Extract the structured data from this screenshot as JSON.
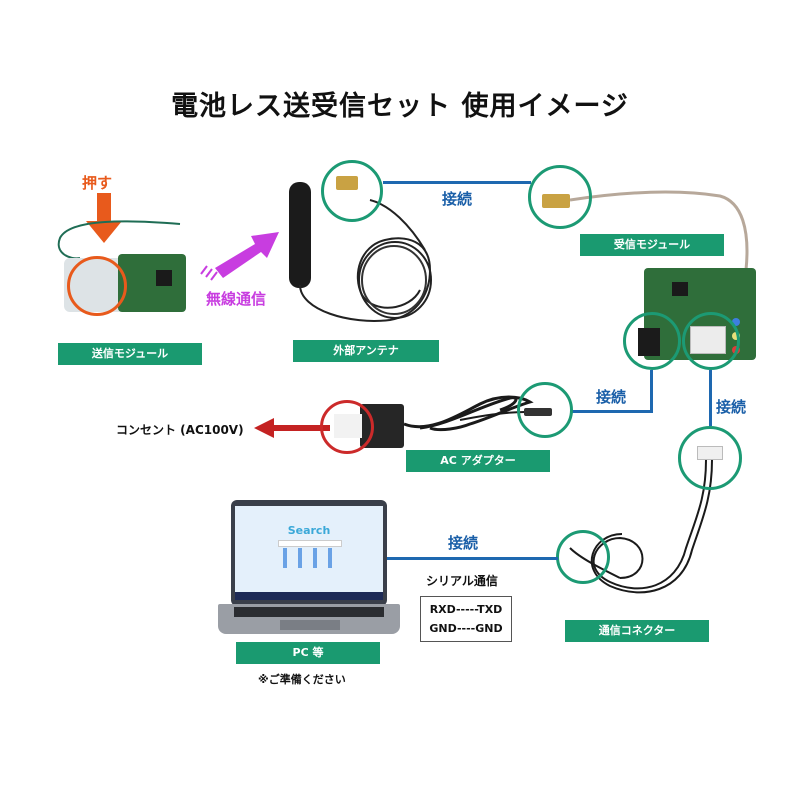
{
  "title": "電池レス送受信セット 使用イメージ",
  "colors": {
    "label_bg": "#1a9a70",
    "connect_text": "#1a5fa8",
    "connect_line": "#1e68b0",
    "ring": "#1c9a74",
    "push_arrow": "#e85a1c",
    "wireless_arrow": "#c83de0",
    "outlet_arrow": "#c42222"
  },
  "components": {
    "transmitter": {
      "label": "送信モジュール",
      "action": "押す"
    },
    "wireless": {
      "label": "無線通信"
    },
    "antenna": {
      "label": "外部アンテナ"
    },
    "receiver": {
      "label": "受信モジュール"
    },
    "adapter": {
      "label": "AC アダプター"
    },
    "outlet": {
      "label": "コンセント (AC100V)"
    },
    "connector": {
      "label": "通信コネクター"
    },
    "pc": {
      "label": "PC 等",
      "note": "※ご準備ください",
      "screen_search": "Search"
    }
  },
  "connections": {
    "antenna_receiver": "接続",
    "adapter_receiver": "接続",
    "receiver_connector": "接続",
    "pc_connector": "接続"
  },
  "serial": {
    "title": "シリアル通信",
    "lines": [
      "RXD-----TXD",
      "GND----GND"
    ]
  }
}
